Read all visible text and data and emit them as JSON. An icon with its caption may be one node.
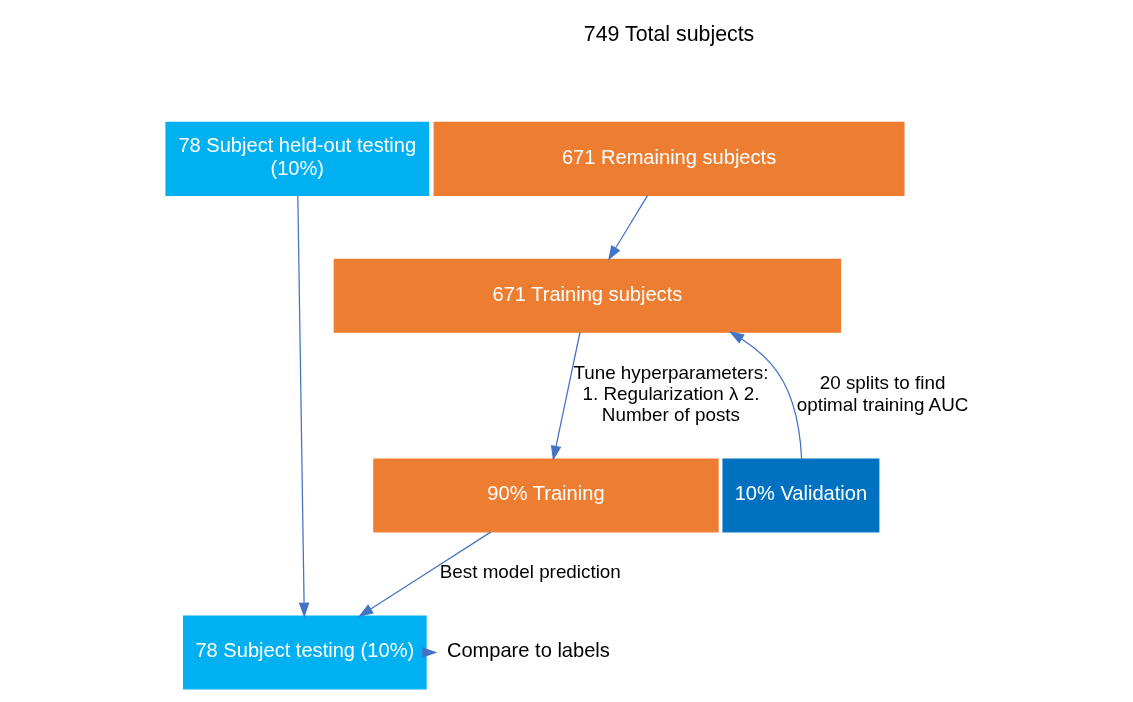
{
  "diagram": {
    "nodes": [
      {
        "text": [
          "78 Subject held-out testing (10%)"
        ]
      },
      {
        "text": [
          "671 Remaining subjects"
        ]
      },
      {
        "text": [
          "671 Training subjects"
        ]
      },
      {
        "text": [
          "90% Training"
        ]
      },
      {
        "text": [
          "10% Validation"
        ]
      },
      {
        "text": [
          "78 Subject testing (10%)"
        ]
      },
      {
        "text": [
          "Compare to labels"
        ]
      }
    ],
    "edges": [
      {
        "from": 1,
        "to": 2,
        "arrow": "to"
      },
      {
        "from": 2,
        "to": 3,
        "arrow": "to",
        "label": "Tune hyperparameters: 1. Regularization λ 2. Number of posts"
      },
      {
        "from": 4,
        "to": 2,
        "arrow": "to",
        "label": "20 splits to find optimal training AUC"
      },
      {
        "from": 3,
        "to": 5,
        "arrow": "to",
        "label": "Best model prediction"
      },
      {
        "from": 0,
        "to": 5,
        "arrow": "to"
      },
      {
        "from": 5,
        "to": 6,
        "arrow": "to"
      }
    ],
    "labels": [
      "749 Total subjects"
    ]
  }
}
